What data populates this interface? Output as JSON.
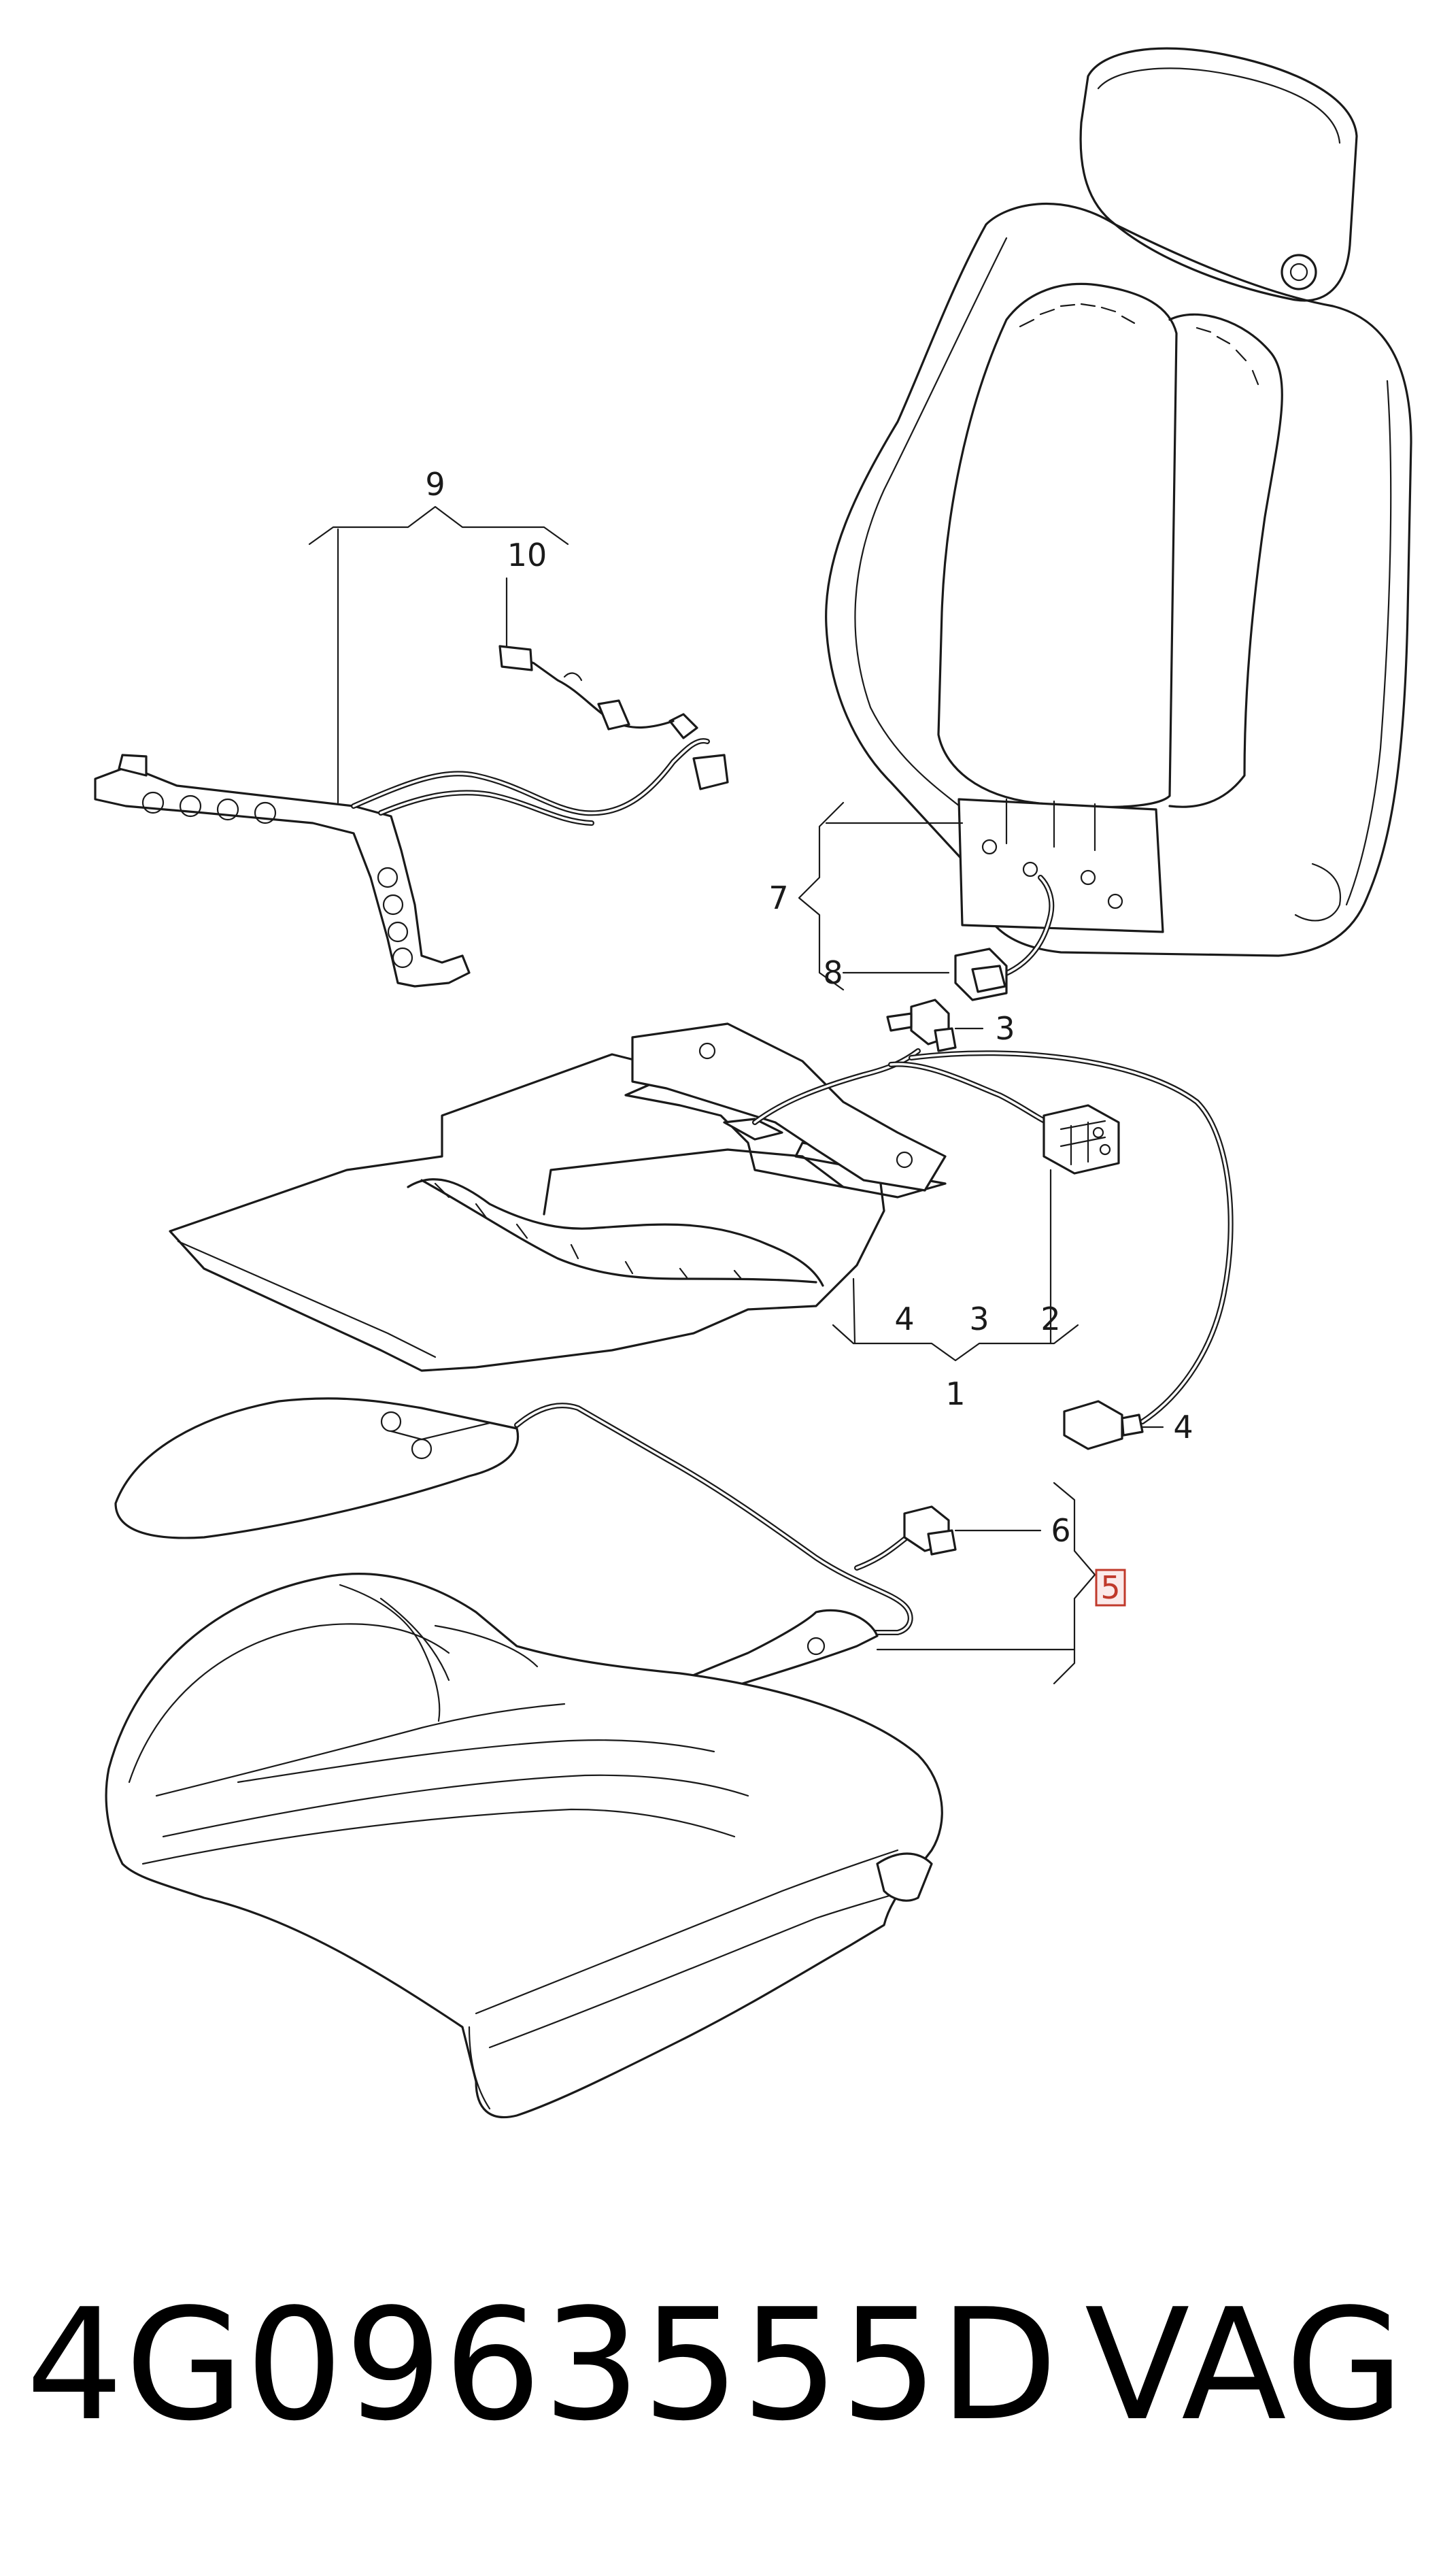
{
  "labels": {
    "l1": "1",
    "l2": "2",
    "l3a": "3",
    "l3b": "3",
    "l4a": "4",
    "l4b": "4",
    "l5": "5",
    "l6": "6",
    "l7": "7",
    "l8": "8",
    "l9": "9",
    "l10": "10"
  },
  "footer": {
    "part_number": "4G0963555D",
    "brand": "VAG"
  },
  "colors": {
    "line": "#1a1a1a",
    "highlight": "#c0392b"
  }
}
